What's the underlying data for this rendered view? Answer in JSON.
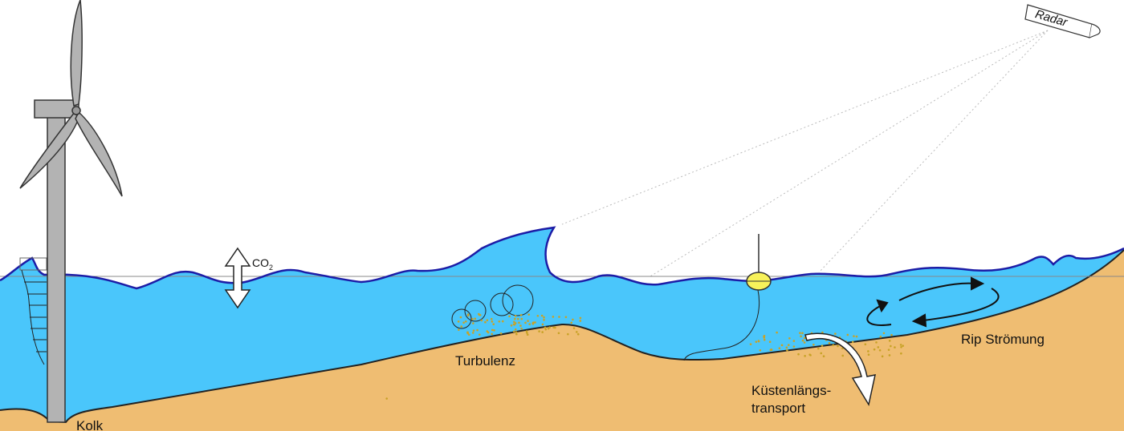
{
  "labels": {
    "radar": "Radar",
    "co2": "CO",
    "co2_sub": "2",
    "turbulence": "Turbulenz",
    "rip_current": "Rip Strömung",
    "longshore_1": "Küstenlängs-",
    "longshore_2": "transport",
    "scour": "Kolk"
  },
  "colors": {
    "water": "#4ac6fb",
    "sand": "#efbd72",
    "wave_line": "#1c1ca6",
    "turbine": "#b3b3b3",
    "sediment": "#c8a227"
  }
}
